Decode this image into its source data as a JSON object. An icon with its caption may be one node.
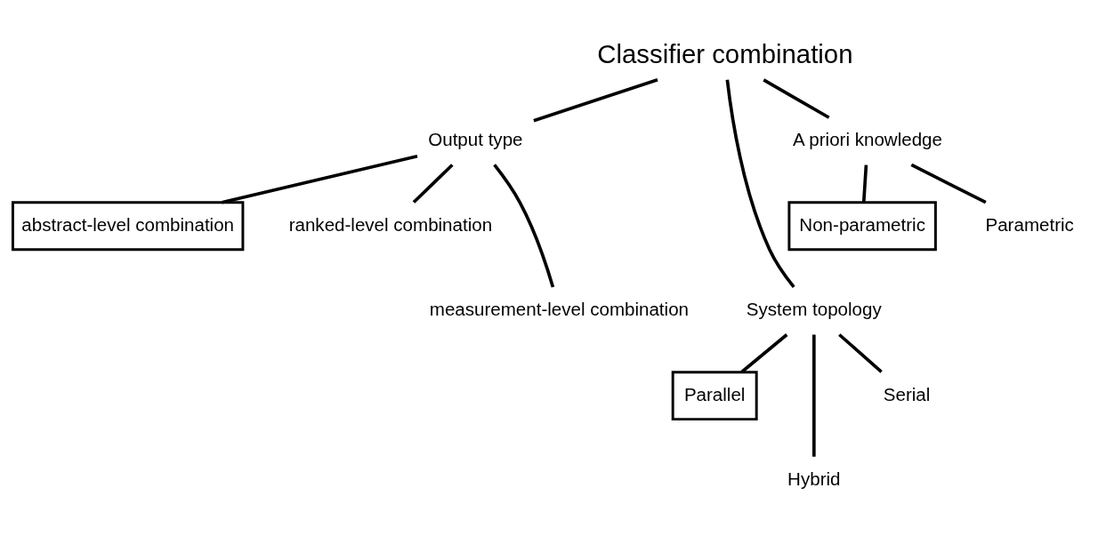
{
  "diagram": {
    "nodes": [
      {
        "text": [
          "Classifier combination"
        ]
      },
      {
        "text": [
          "Output type"
        ]
      },
      {
        "text": [
          "abstract-level combination"
        ]
      },
      {
        "text": [
          "ranked-level combination"
        ]
      },
      {
        "text": [
          "measurement-level combination"
        ]
      },
      {
        "text": [
          "System topology"
        ]
      },
      {
        "text": [
          "Parallel"
        ]
      },
      {
        "text": [
          "Hybrid"
        ]
      },
      {
        "text": [
          "Serial"
        ]
      },
      {
        "text": [
          "A priori knowledge"
        ]
      },
      {
        "text": [
          "Non-parametric"
        ]
      },
      {
        "text": [
          "Parametric"
        ]
      }
    ],
    "edges": [
      {
        "from": 0,
        "to": 1,
        "arrow": "none"
      },
      {
        "from": 0,
        "to": 5,
        "arrow": "none"
      },
      {
        "from": 0,
        "to": 9,
        "arrow": "none"
      },
      {
        "from": 1,
        "to": 2,
        "arrow": "none"
      },
      {
        "from": 1,
        "to": 4,
        "arrow": "none"
      },
      {
        "from": 1,
        "to": 3,
        "arrow": "none"
      },
      {
        "from": 5,
        "to": 6,
        "arrow": "none"
      },
      {
        "from": 5,
        "to": 7,
        "arrow": "none"
      },
      {
        "from": 5,
        "to": 8,
        "arrow": "none"
      },
      {
        "from": 9,
        "to": 10,
        "arrow": "none"
      },
      {
        "from": 9,
        "to": 11,
        "arrow": "none"
      }
    ]
  }
}
